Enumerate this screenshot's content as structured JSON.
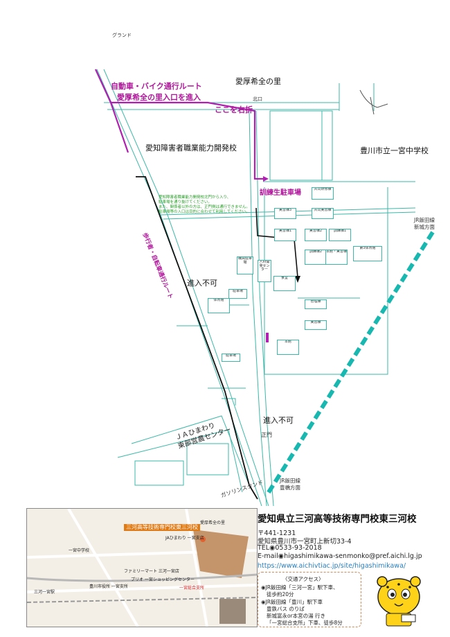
{
  "map": {
    "labels": {
      "ground": "グランド",
      "aikouki_top": "愛厚希全の里",
      "car_route": "自動車・バイク通行ルート",
      "enter_aikouki": "愛厚希全の里入口を進入",
      "turn_right": "ここを右折",
      "north_gate": "北口",
      "school": "愛知障害者職業能力開発校",
      "toyokawa_jhs": "豊川市立一宮中学校",
      "trainee_parking": "訓練生駐車場",
      "ped_route": "歩行者・自転車通行ルート",
      "no_entry_1": "進入不可",
      "no_entry_2": "進入不可",
      "main_gate": "正門",
      "ja_center_1": "ＪＡひまわり",
      "ja_center_2": "東部営農センター",
      "gas_station": "ガソリンスタンド",
      "jr_shinshiro_1": "JR飯田線",
      "jr_shinshiro_2": "新城方面",
      "jr_toyohashi_1": "JR飯田線",
      "jr_toyohashi_2": "豊橋方面",
      "green_note_1": "愛知障害者職業能力開発校北門から入り、",
      "green_note_2": "駐車場を通り抜けてください。",
      "green_note_3": "また、関係者以外の方は、正門側は通行できません。",
      "green_note_4": "駐車場等の入口は目的に合わせて利用してください。"
    },
    "buildings": [
      "共同研修棟",
      "実習棟3",
      "共同実習棟",
      "実習棟1",
      "実習棟2",
      "訓練棟1",
      "訓練棟2",
      "本館・実習棟",
      "第3体育館",
      "人材開発センター",
      "食堂",
      "駐車場",
      "体育館",
      "本館",
      "管理棟",
      "実習棟",
      "駐車場",
      "職員駐車場"
    ]
  },
  "inset": {
    "school_label": "三河高等技術専門校東三河校",
    "ja_branch": "JAひまわり 一宮支店",
    "aikouki": "愛厚希全の里",
    "ichinomiya_jhs": "一宮中学校",
    "family_mart": "ファミリーマート 三河一宮店",
    "shopping": "プリオ 一宮ショッピングセンター",
    "city_office": "豊川市役所 一宮支所",
    "station": "三河一宮駅",
    "route_label": "一宮総合支所"
  },
  "info": {
    "title": "愛知県立三河高等技術専門校東三河校",
    "zip": "〒441-1231",
    "address": "愛知県豊川市一宮町上新切33-4",
    "tel": "TEL◉0533-93-2018",
    "email": "E-mail◉higashimikawa-senmonko@pref.aichi.lg.jp",
    "url": "https://www.aichivtiac.jp/site/higashimikawa/",
    "access_title": "〈交通アクセス〉",
    "access_1a": "◉JR飯田線「三河一宮」駅下車、",
    "access_1b": "徒歩約20分",
    "access_2a": "◉JR飯田線「豊川」駅下車",
    "access_2b": "豊鉄バス のりば",
    "access_2c": "新城富永or本宮の湯 行き",
    "access_2d": "「一宮総合支所」下車、徒歩8分"
  }
}
